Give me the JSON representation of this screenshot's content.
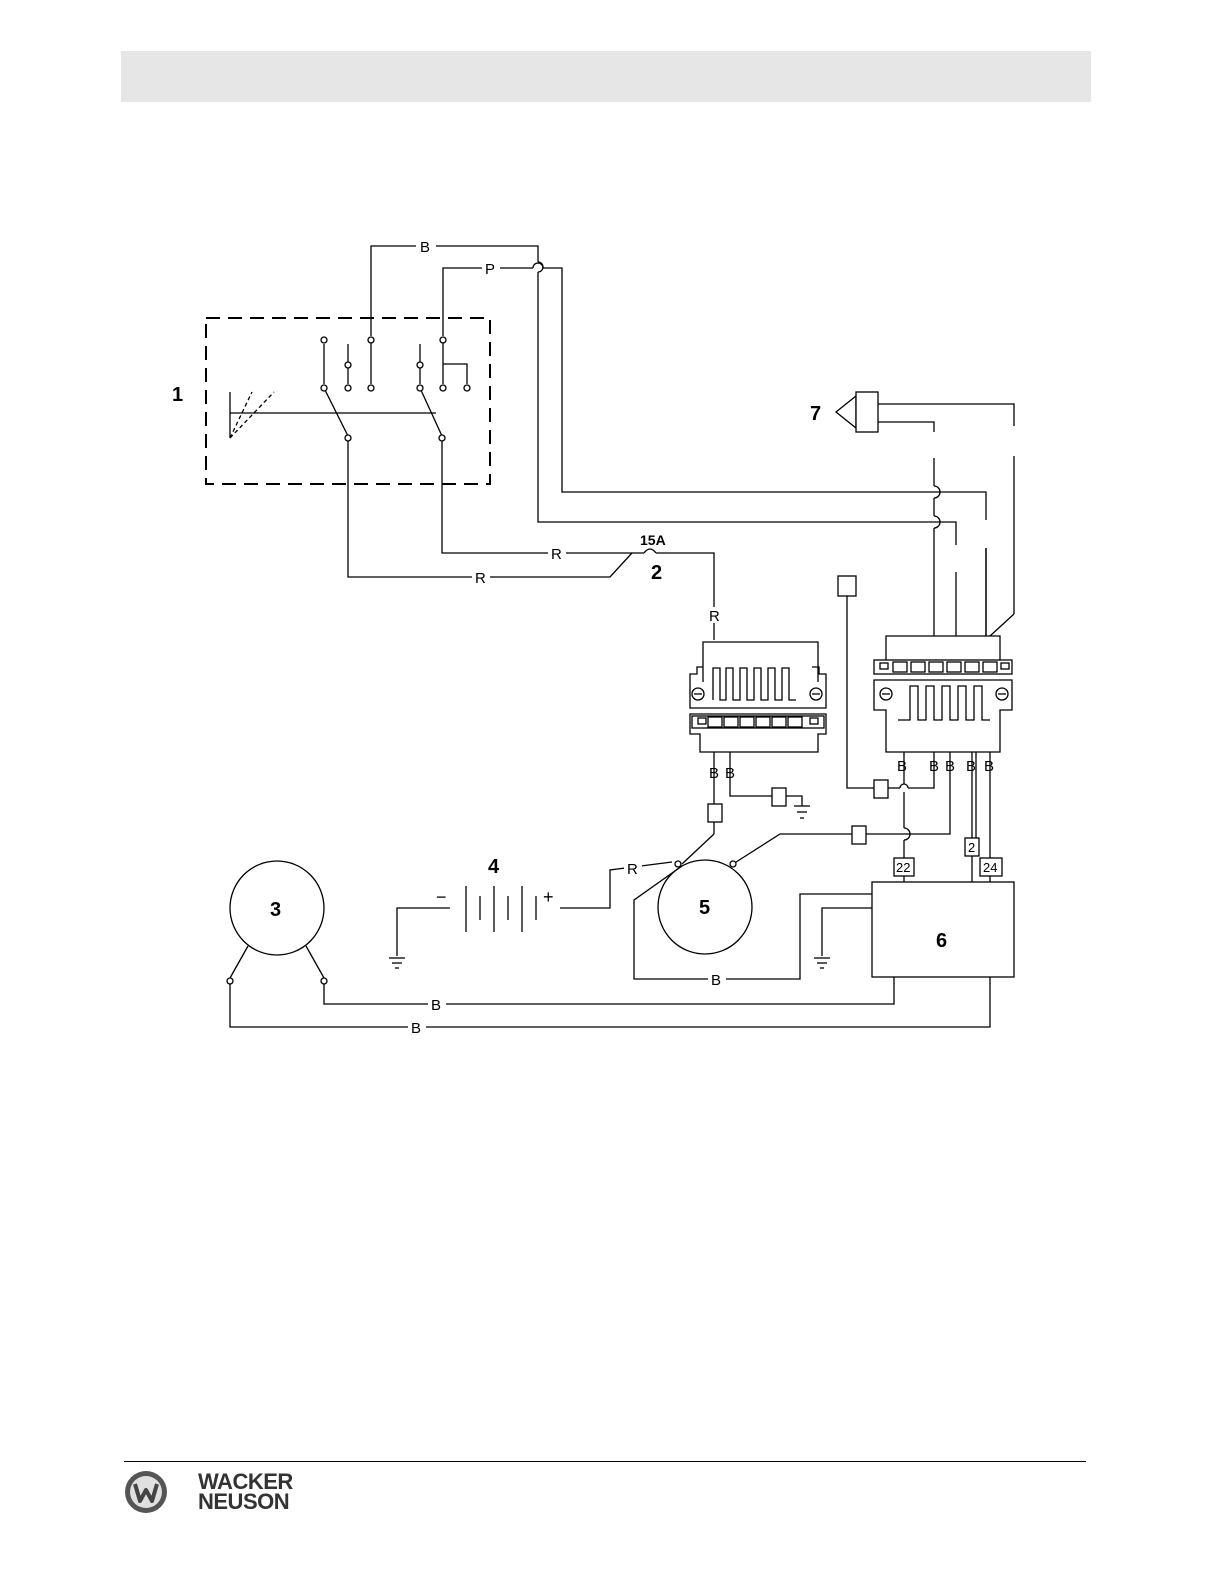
{
  "components": [
    {
      "id": "1",
      "label": "1"
    },
    {
      "id": "2",
      "label": "2",
      "rating": "15A"
    },
    {
      "id": "3",
      "label": "3"
    },
    {
      "id": "4",
      "label": "4"
    },
    {
      "id": "5",
      "label": "5"
    },
    {
      "id": "6",
      "label": "6"
    },
    {
      "id": "7",
      "label": "7"
    }
  ],
  "wire_labels": {
    "black": "B",
    "pink": "P",
    "red": "R"
  },
  "battery_symbols": {
    "minus": "−",
    "plus": "+"
  },
  "terminal_tags": {
    "t22": "22",
    "t2": "2",
    "t24": "24"
  },
  "brand": {
    "line1": "WACKER",
    "line2": "NEUSON"
  },
  "colors": {
    "line": "#000000",
    "header_bar": "#e6e6e6",
    "brand_text": "#333333"
  }
}
